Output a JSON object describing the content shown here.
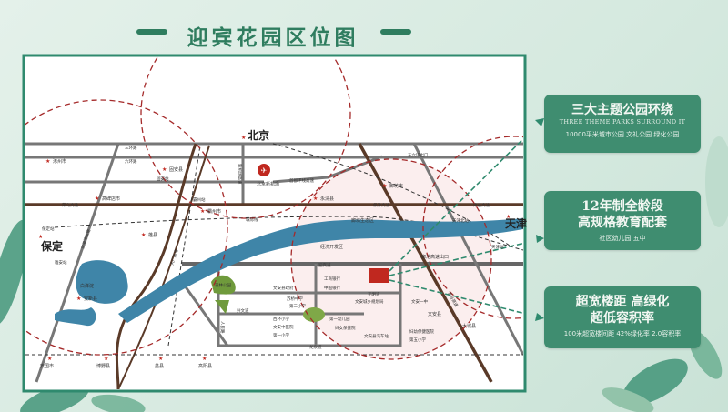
{
  "title": "迎宾花园区位图",
  "colors": {
    "accent": "#2f7d5f",
    "card": "#3f8d70",
    "river": "#3f85a8",
    "park": "#6f9a3c",
    "ring": "#a52a2a",
    "expressway": "#5a3a28",
    "project": "#c0281f"
  },
  "map": {
    "cities": {
      "beijing": "北京",
      "tianjin": "天津",
      "baoding": "保定"
    },
    "airport": "北京新机场",
    "places": [
      "涿州市",
      "固安县",
      "永清县",
      "廊坊市",
      "霸州市",
      "雄县",
      "高碑店市",
      "安新县",
      "安国市",
      "博野县",
      "蠡县",
      "高阳县",
      "大城县",
      "文安县"
    ],
    "stations": [
      "固安站",
      "霸州站",
      "保定站",
      "天津北站",
      "天津站",
      "雄安站"
    ],
    "roads": [
      "三环路",
      "六环路",
      "荣乌高速",
      "首都环线高速",
      "新机场高速",
      "保津高速",
      "津石高速",
      "京台高速",
      "大广高速",
      "廊沧高速",
      "迎宾道",
      "光明道",
      "龙泉道",
      "人民路",
      "兴文道",
      "东六环出口",
      "京港澳高速",
      "城际线"
    ],
    "areas": [
      "白洋淀",
      "廊坊生态区",
      "经济开发区",
      "廊沧高速出口",
      "森林公园"
    ],
    "pois": [
      "文安县政府",
      "工商银行",
      "中国银行",
      "苏桥中学",
      "第二小学",
      "文安城乡规划局",
      "第一幼儿园",
      "西环小学",
      "文安中医院",
      "第一小学",
      "妇女保健院",
      "文安县汽车站",
      "文安一中",
      "妇幼保健医院",
      "第五小学"
    ]
  },
  "cards": [
    {
      "heading": [
        "三大主题公园环绕"
      ],
      "subtitle_en": "THREE THEME PARKS SURROUND IT",
      "detail": "10000平米城市公园  文礼公园  绿化公园"
    },
    {
      "heading": [
        "12年制全龄段",
        "高规格教育配套"
      ],
      "detail": "社区幼儿园  五中"
    },
    {
      "heading": [
        "超宽楼距 高绿化",
        "超低容积率"
      ],
      "detail": "100米超宽楼间距  42%绿化率  2.0容积率"
    }
  ]
}
